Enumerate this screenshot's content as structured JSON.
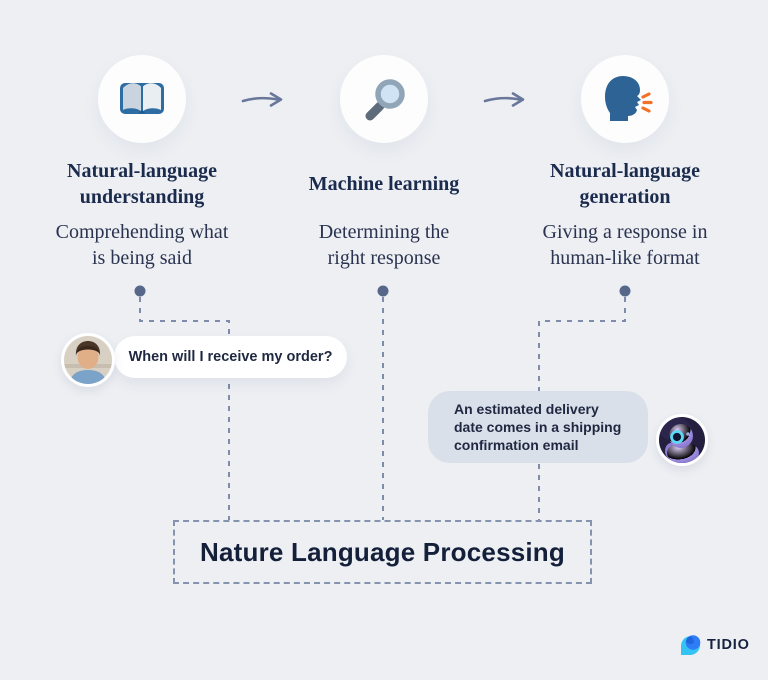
{
  "page": {
    "background": "#edeff3",
    "type": "nlp-process-infographic"
  },
  "steps": [
    {
      "icon": "open-book",
      "title": "Natural-language\nunderstanding",
      "description": "Comprehending what\nis being said"
    },
    {
      "icon": "magnifying-glass",
      "title": "Machine learning",
      "description": "Determining the\nright response"
    },
    {
      "icon": "speaking-head",
      "title": "Natural-language\ngeneration",
      "description": "Giving a response in\nhuman-like format"
    }
  ],
  "chat": {
    "user_message": "When will I receive my order?",
    "bot_message": "An estimated delivery\ndate comes in a shipping\nconfirmation email"
  },
  "process_box": {
    "label": "Nature Language Processing"
  },
  "brand": {
    "wordmark": "TIDIO"
  },
  "colors": {
    "heading_navy": "#1b2b4d",
    "body_text": "#2a3350",
    "connector_dash": "#7d8cab",
    "connector_dot": "#56678a",
    "arrow": "#68779a",
    "user_bubble_bg": "#ffffff",
    "bot_bubble_bg": "#d9e0ea",
    "icon_blue": "#2d6395",
    "book_cover_blue": "#2e6da4",
    "accent_orange": "#f2702a",
    "tidio_blue": "#2e7cf6",
    "tidio_cyan": "#35c3f3"
  }
}
